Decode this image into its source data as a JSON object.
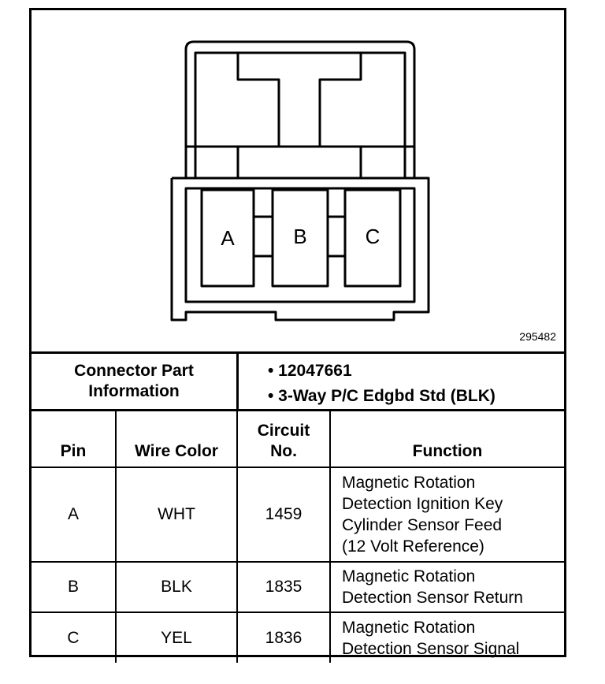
{
  "figure_id": "295482",
  "connector": {
    "pin_labels": [
      "A",
      "B",
      "C"
    ]
  },
  "connector_info": {
    "label_line1": "Connector Part",
    "label_line2": "Information",
    "items": [
      "• 12047661",
      "• 3-Way P/C Edgbd Std (BLK)"
    ]
  },
  "table": {
    "headers": {
      "pin": "Pin",
      "wire_color": "Wire Color",
      "circuit_line1": "Circuit",
      "circuit_line2": "No.",
      "function": "Function"
    },
    "rows": [
      {
        "pin": "A",
        "wire_color": "WHT",
        "circuit": "1459",
        "function": [
          "Magnetic Rotation",
          "Detection Ignition Key",
          "Cylinder Sensor Feed",
          "(12 Volt Reference)"
        ]
      },
      {
        "pin": "B",
        "wire_color": "BLK",
        "circuit": "1835",
        "function": [
          "Magnetic Rotation",
          "Detection Sensor Return"
        ]
      },
      {
        "pin": "C",
        "wire_color": "YEL",
        "circuit": "1836",
        "function": [
          "Magnetic Rotation",
          "Detection Sensor Signal"
        ]
      }
    ]
  }
}
